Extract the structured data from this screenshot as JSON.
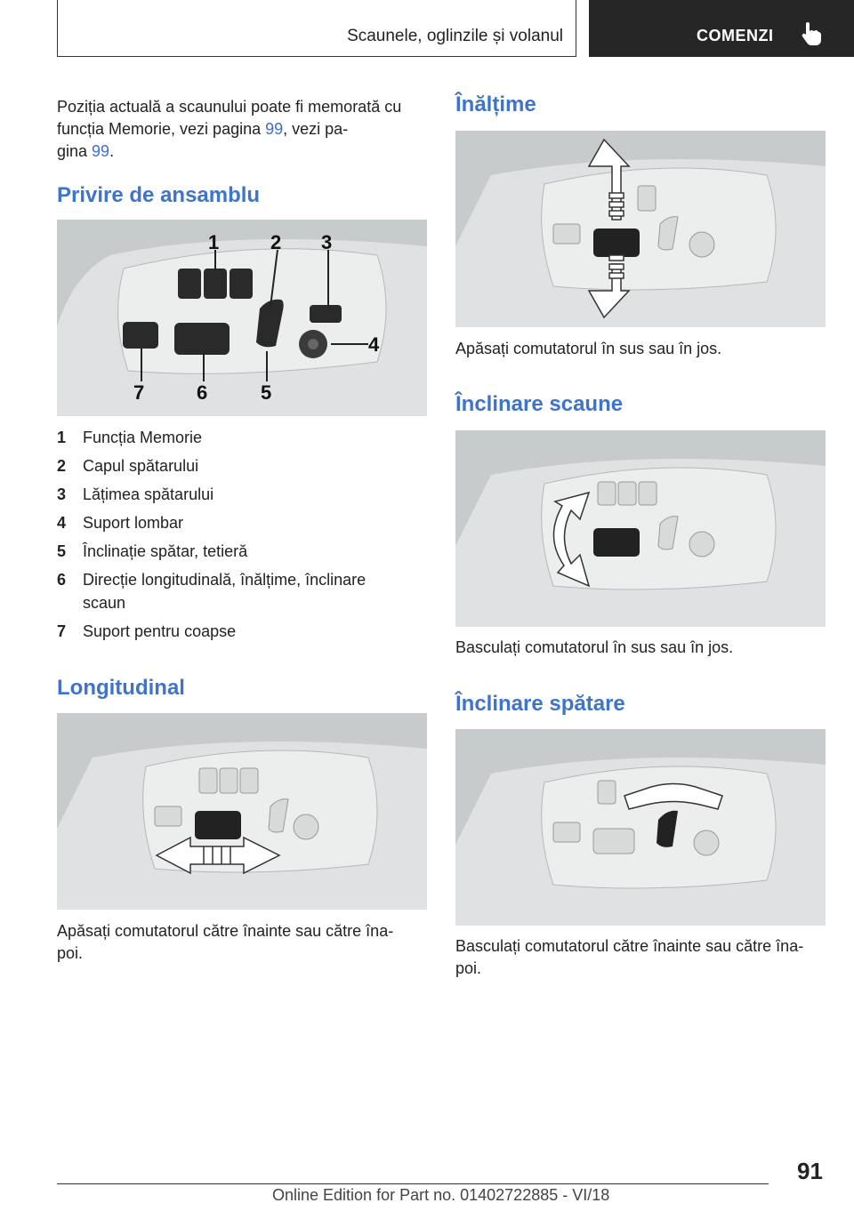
{
  "header": {
    "section_title": "Scaunele, oglinzile și volanul",
    "tab_label": "COMENZI"
  },
  "intro": {
    "part1": "Poziția actuală a scaunului poate fi memorată cu",
    "part2": "funcția Memorie, vezi pagina ",
    "link1": "99",
    "part3": ", vezi pa-",
    "part4": "gina ",
    "link2": "99",
    "part5": "."
  },
  "overview": {
    "heading": "Privire de ansamblu",
    "callouts": [
      "1",
      "2",
      "3",
      "4",
      "5",
      "6",
      "7"
    ],
    "items": [
      {
        "num": "1",
        "text": "Funcția Memorie"
      },
      {
        "num": "2",
        "text": "Capul spătarului"
      },
      {
        "num": "3",
        "text": "Lățimea spătarului"
      },
      {
        "num": "4",
        "text": "Suport lombar"
      },
      {
        "num": "5",
        "text": "Înclinație spătar, tetieră"
      },
      {
        "num": "6",
        "text": "Direcție longitudinală, înălțime, înclinare"
      },
      {
        "num": "",
        "text": "scaun"
      },
      {
        "num": "7",
        "text": "Suport pentru coapse"
      }
    ]
  },
  "longitudinal": {
    "heading": "Longitudinal",
    "caption1": "Apăsați comutatorul către înainte sau către îna-",
    "caption2": "poi."
  },
  "height": {
    "heading": "Înălțime",
    "caption": "Apăsați comutatorul în sus sau în jos."
  },
  "seat_tilt": {
    "heading": "Înclinare scaune",
    "caption": "Basculați comutatorul în sus sau în jos."
  },
  "backrest_tilt": {
    "heading": "Înclinare spătare",
    "caption1": "Basculați comutatorul către înainte sau către îna-",
    "caption2": "poi."
  },
  "page_number": "91",
  "footer": "Online Edition for Part no. 01402722885 - VI/18"
}
